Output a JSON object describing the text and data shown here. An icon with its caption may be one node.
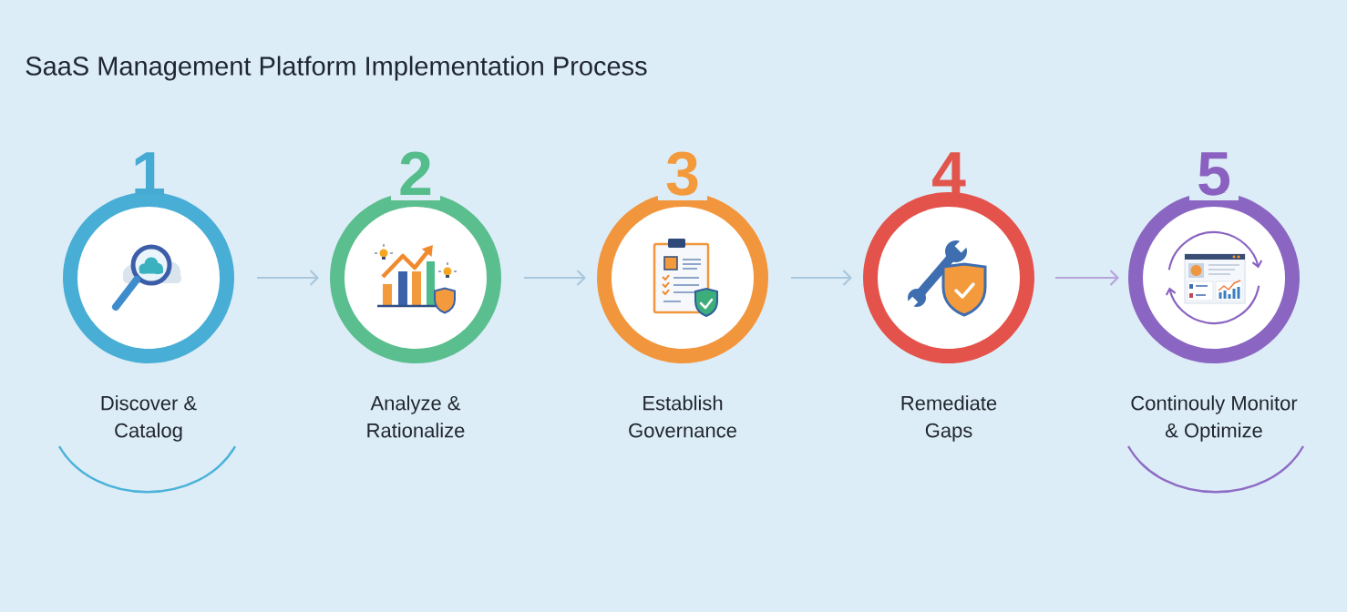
{
  "diagram": {
    "title": "SaaS Management Platform Implementation Process",
    "nodes": [
      {
        "text": [
          "1"
        ],
        "beside": [
          "Discover & Catalog"
        ]
      },
      {
        "text": [
          "2"
        ],
        "beside": [
          "Analyze & Rationalize"
        ]
      },
      {
        "text": [
          "3"
        ],
        "beside": [
          "Establish Governance"
        ]
      },
      {
        "text": [
          "4"
        ],
        "beside": [
          "Remediate Gaps"
        ]
      },
      {
        "text": [
          "5"
        ],
        "beside": [
          "Continouly Monitor & Optimize"
        ]
      }
    ],
    "edges": [
      {
        "from": 0,
        "to": 1,
        "arrow": "to"
      },
      {
        "from": 1,
        "to": 2,
        "arrow": "to"
      },
      {
        "from": 2,
        "to": 3,
        "arrow": "to"
      },
      {
        "from": 3,
        "to": 4,
        "arrow": "to",
        "color": "#b7a4db"
      }
    ]
  }
}
